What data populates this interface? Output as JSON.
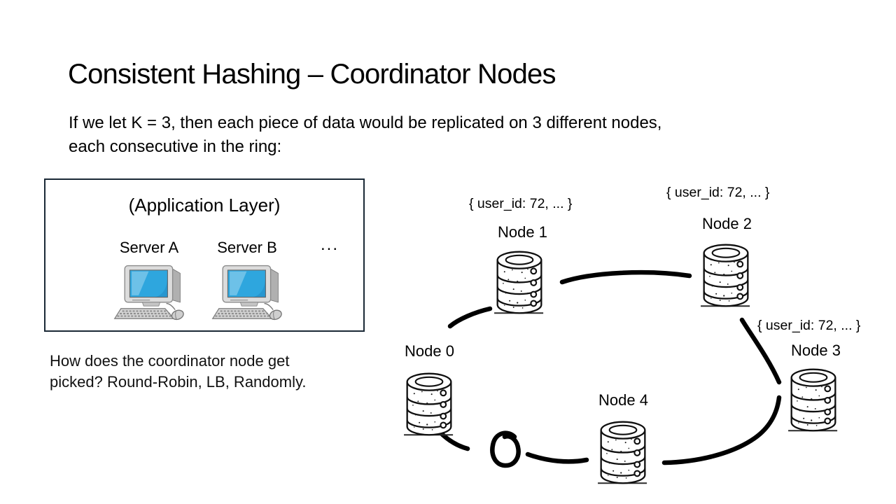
{
  "slide": {
    "title": "Consistent Hashing – Coordinator Nodes",
    "body_lines": [
      "If we let K = 3, then each piece of data would be replicated on 3 different nodes,",
      "each consecutive in the ring:"
    ],
    "question_lines": [
      "How does the coordinator node get",
      "picked? Round-Robin, LB, Randomly."
    ]
  },
  "application_layer": {
    "title": "(Application Layer)",
    "servers": [
      {
        "label": "Server A"
      },
      {
        "label": "Server B"
      }
    ],
    "ellipsis": "..."
  },
  "ring": {
    "nodes": [
      {
        "label": "Node 0",
        "data_label": ""
      },
      {
        "label": "Node 1",
        "data_label": "{ user_id: 72, ... }"
      },
      {
        "label": "Node 2",
        "data_label": "{ user_id: 72, ... }"
      },
      {
        "label": "Node 3",
        "data_label": "{ user_id: 72, ... }"
      },
      {
        "label": "Node 4",
        "data_label": ""
      }
    ]
  },
  "colors": {
    "background": "#ffffff",
    "text": "#000000",
    "box_border": "#1b2936",
    "screen_blue": "#2ea6de",
    "ink": "#000000"
  }
}
